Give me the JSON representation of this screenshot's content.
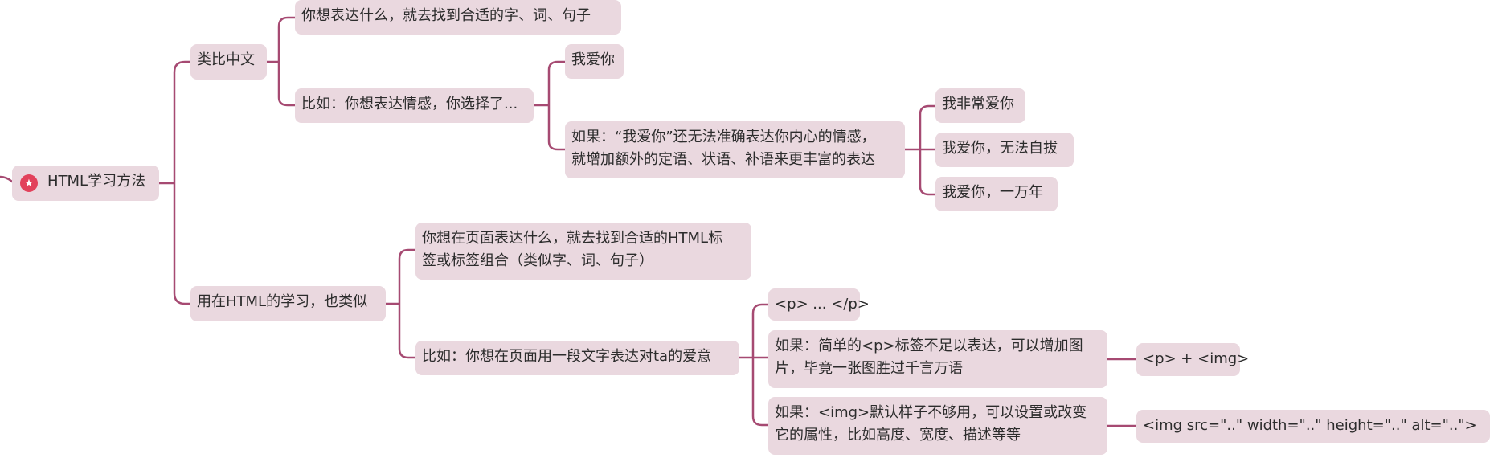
{
  "root": {
    "label": "HTML学习方法",
    "icon": "star-icon",
    "icon_color": "#e2415b"
  },
  "branch_analogy": {
    "label": "类比中文",
    "find_words": "你想表达什么，就去找到合适的字、词、句子",
    "example": "比如：你想表达情感，你选择了...",
    "love_you": "我爱你",
    "if_not_enough_line1": "如果：“我爱你”还无法准确表达你内心的情感，",
    "if_not_enough_line2": "就增加额外的定语、状语、补语来更丰富的表达",
    "variants": [
      "我非常爱你",
      "我爱你，无法自拔",
      "我爱你，一万年"
    ]
  },
  "branch_html": {
    "label": "用在HTML的学习，也类似",
    "find_tags_line1": "你想在页面表达什么，就去找到合适的HTML标",
    "find_tags_line2": "签或标签组合（类似字、词、句子）",
    "example": "比如：你想在页面用一段文字表达对ta的爱意",
    "p_tag": "<p> ... </p>",
    "if_p_line1": "如果：简单的<p>标签不足以表达，可以增加图",
    "if_p_line2": "片，毕竟一张图胜过千言万语",
    "p_plus_img": "<p> + <img>",
    "if_img_line1": "如果：<img>默认样子不够用，可以设置或改变",
    "if_img_line2": "它的属性，比如高度、宽度、描述等等",
    "img_attrs": "<img src=\"..\" width=\"..\" height=\"..\" alt=\"..\">"
  },
  "colors": {
    "node_bg": "#ead8df",
    "connector": "#a64a72",
    "text": "#2c2c2c"
  }
}
